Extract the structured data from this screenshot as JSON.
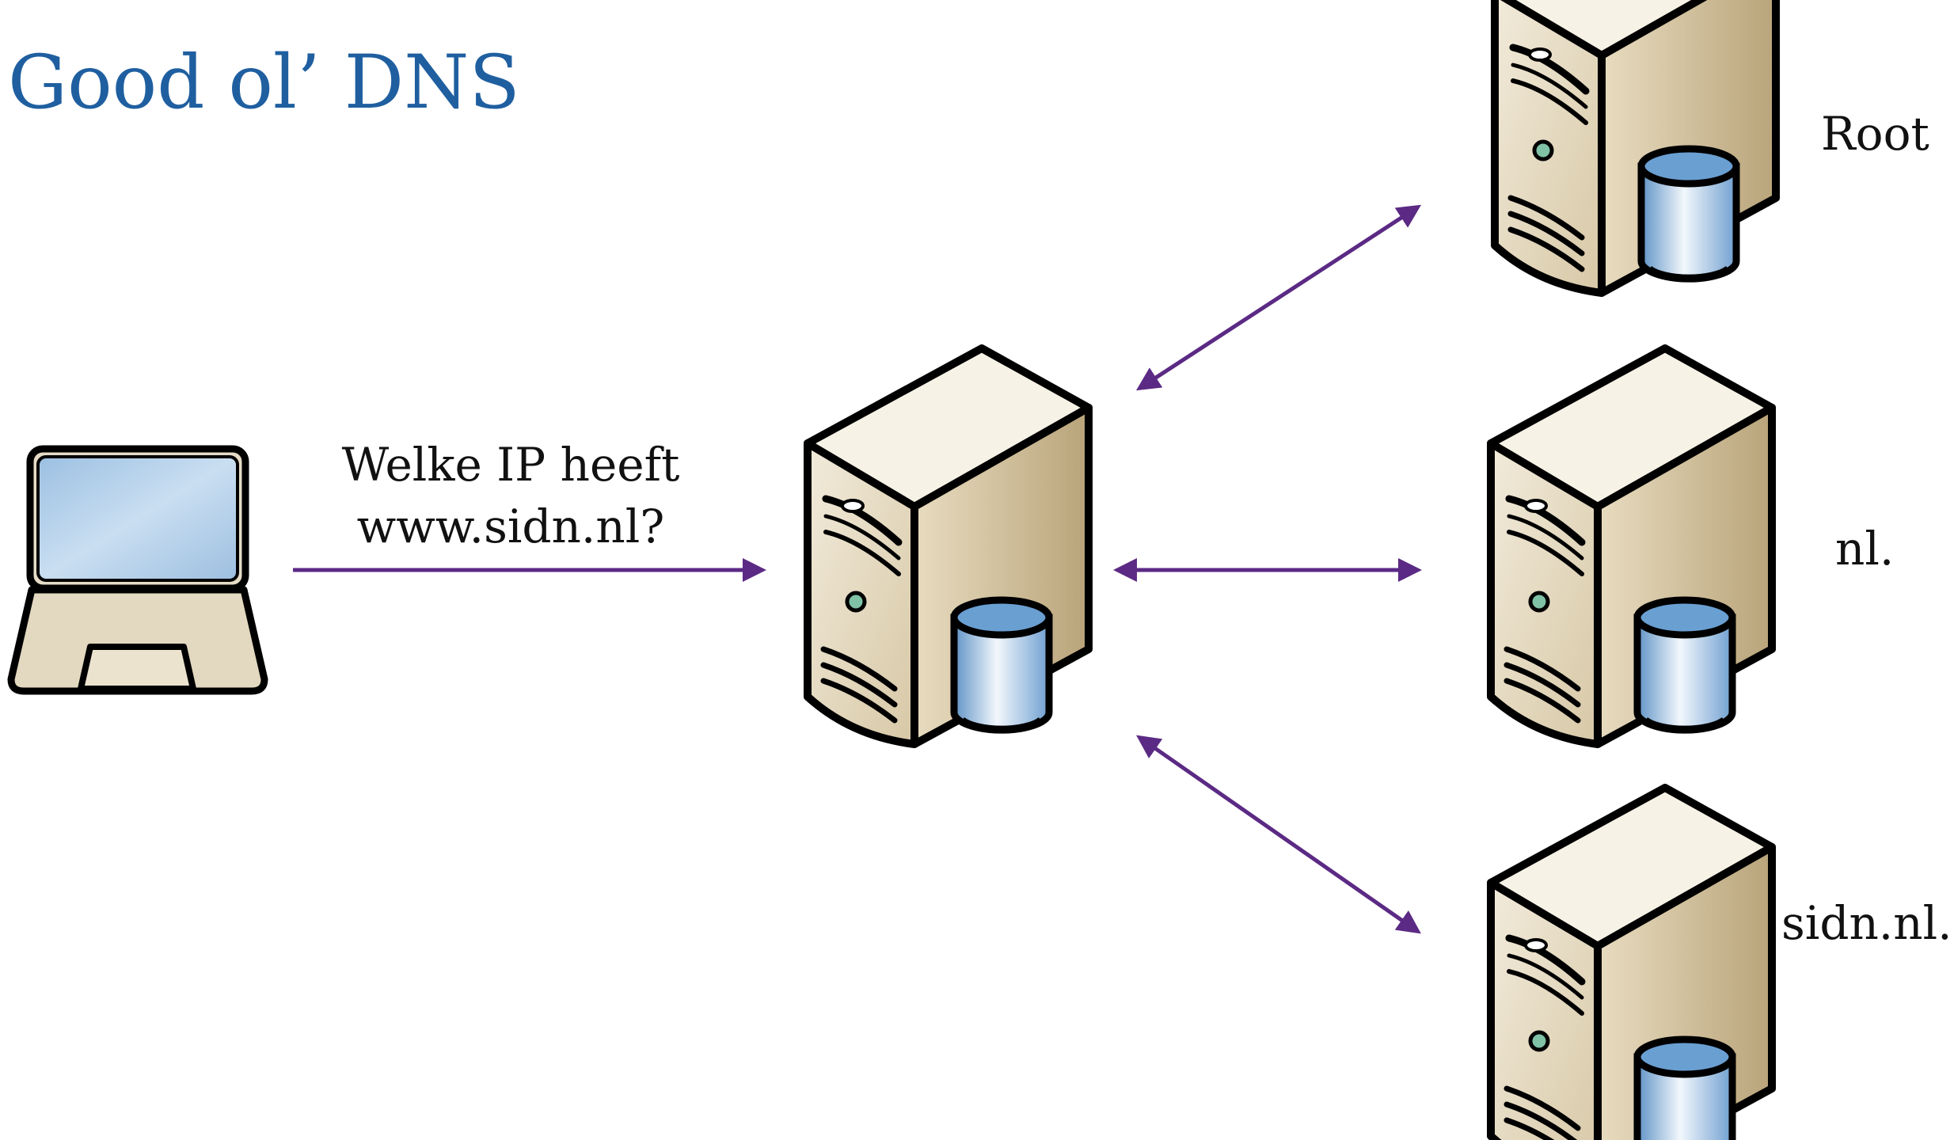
{
  "title": "Good ol’ DNS",
  "query": {
    "line1": "Welke IP heeft",
    "line2": "www.sidn.nl?"
  },
  "servers": {
    "root_label": "Root",
    "tld_label": "nl.",
    "domain_label": "sidn.nl."
  },
  "icons": {
    "client": "laptop-icon",
    "resolver": "server-icon",
    "root": "server-icon",
    "tld": "server-icon",
    "domain": "server-icon"
  },
  "colors": {
    "title": "#1f5fa0",
    "arrow": "#5b2a84",
    "server_body": "#e3d8c0",
    "server_side": "#c7b48e",
    "database": "#a8c9e6",
    "screen": "#a8c9e6"
  }
}
